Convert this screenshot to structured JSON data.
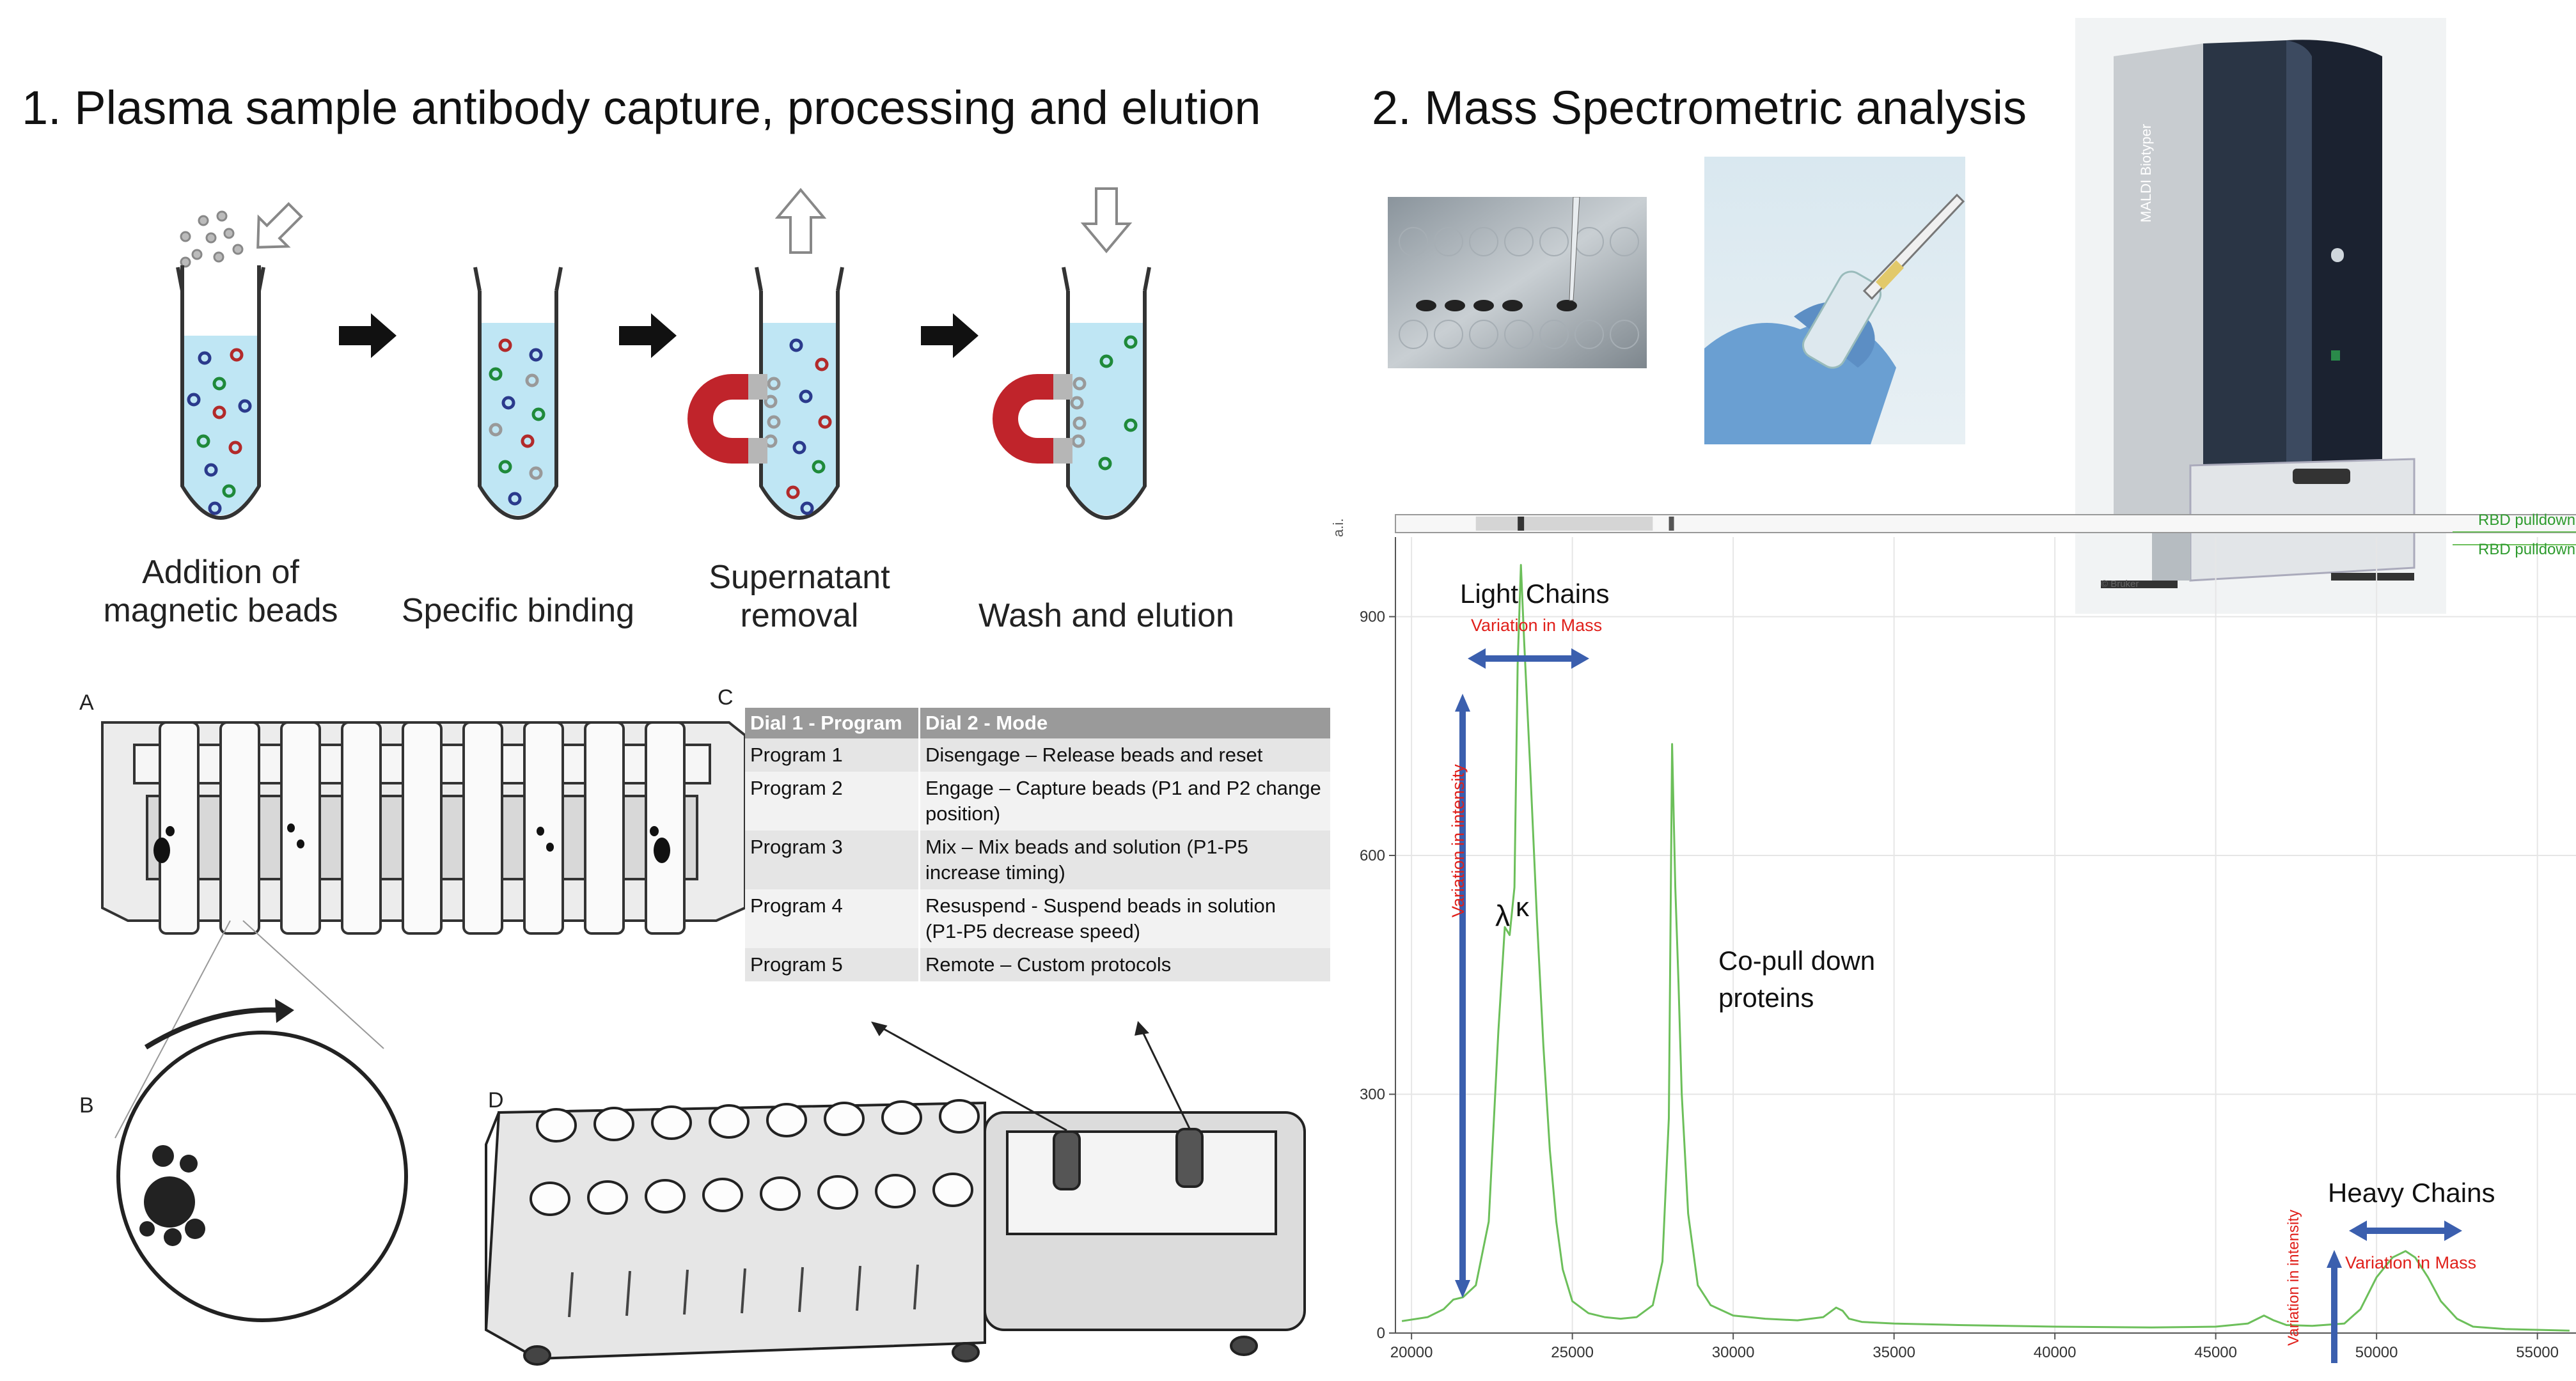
{
  "headings": {
    "section1": "1. Plasma sample antibody capture, processing and elution",
    "section2": "2. Mass Spectrometric analysis"
  },
  "steps": [
    {
      "label_line1": "Addition of",
      "label_line2": "magnetic beads"
    },
    {
      "label_line1": "Specific binding",
      "label_line2": ""
    },
    {
      "label_line1": "Supernatant",
      "label_line2": "removal"
    },
    {
      "label_line1": "Wash and elution",
      "label_line2": ""
    }
  ],
  "panel_letters": {
    "a": "A",
    "b": "B",
    "c": "C",
    "d": "D"
  },
  "program_table": {
    "headers": [
      "Dial 1 - Program",
      "Dial 2 - Mode"
    ],
    "rows": [
      {
        "program": "Program 1",
        "mode_line1": "Disengage – Release beads and reset",
        "mode_line2": ""
      },
      {
        "program": "Program 2",
        "mode_line1": "Engage – Capture beads (P1 and P2 change",
        "mode_line2": "position)"
      },
      {
        "program": "Program 3",
        "mode_line1": "Mix – Mix beads and solution (P1-P5",
        "mode_line2": "increase timing)"
      },
      {
        "program": "Program 4",
        "mode_line1": "Resuspend - Suspend beads in solution",
        "mode_line2": "(P1-P5 decrease speed)"
      },
      {
        "program": "Program 5",
        "mode_line1": "Remote – Custom protocols",
        "mode_line2": ""
      }
    ]
  },
  "instrument": {
    "brand_mark": "© Bruker",
    "panel_text": "MALDI Biotyper"
  },
  "spectrum": {
    "legend": [
      "RBD pulldown",
      "RBD pulldown"
    ],
    "y_axis_label": "a.i.",
    "annotations": {
      "light_chains": "Light Chains",
      "variation_mass_light": "Variation  in Mass",
      "variation_intensity_light": "Variation in intensity",
      "lambda": "λ",
      "kappa": "κ",
      "copull_line1": "Co-pull down",
      "copull_line2": "proteins",
      "heavy_chains": "Heavy Chains",
      "variation_mass_heavy": "Variation  in Mass",
      "variation_intensity_heavy": "Variation in intensity"
    },
    "colors": {
      "trace": "#6cbf5a",
      "arrow": "#3b5fae",
      "annotation_red": "#e0201b"
    }
  },
  "chart_data": {
    "type": "line",
    "title": "",
    "xlabel": "",
    "ylabel": "a.i.",
    "xlim": [
      19500,
      56200
    ],
    "ylim": [
      0,
      1000
    ],
    "xticks": [
      20000,
      25000,
      30000,
      35000,
      40000,
      45000,
      50000,
      55000
    ],
    "yticks": [
      0,
      300,
      600,
      900
    ],
    "series": [
      {
        "name": "RBD pulldown",
        "color": "#6cbf5a",
        "x": [
          19700,
          20500,
          21000,
          21300,
          21600,
          22000,
          22400,
          22700,
          22900,
          23050,
          23200,
          23300,
          23400,
          23500,
          23700,
          23900,
          24100,
          24300,
          24500,
          24700,
          25000,
          25500,
          26000,
          26500,
          27000,
          27500,
          27800,
          28000,
          28100,
          28200,
          28300,
          28400,
          28600,
          28900,
          29300,
          30000,
          31000,
          32000,
          32800,
          33200,
          33400,
          33600,
          34000,
          35000,
          37000,
          40000,
          43000,
          45000,
          46000,
          46500,
          46800,
          47200,
          48000,
          49000,
          49500,
          50000,
          50500,
          50900,
          51200,
          51600,
          52000,
          52500,
          53000,
          54000,
          55000,
          56000
        ],
        "y": [
          15,
          20,
          30,
          42,
          45,
          60,
          140,
          380,
          510,
          500,
          560,
          840,
          965,
          870,
          700,
          520,
          360,
          230,
          140,
          80,
          40,
          25,
          20,
          18,
          20,
          35,
          90,
          270,
          740,
          560,
          440,
          300,
          150,
          60,
          35,
          22,
          18,
          16,
          20,
          32,
          28,
          18,
          14,
          12,
          10,
          8,
          7,
          8,
          12,
          22,
          16,
          10,
          9,
          12,
          30,
          70,
          95,
          103,
          95,
          70,
          40,
          18,
          8,
          5,
          4,
          3
        ]
      }
    ]
  }
}
